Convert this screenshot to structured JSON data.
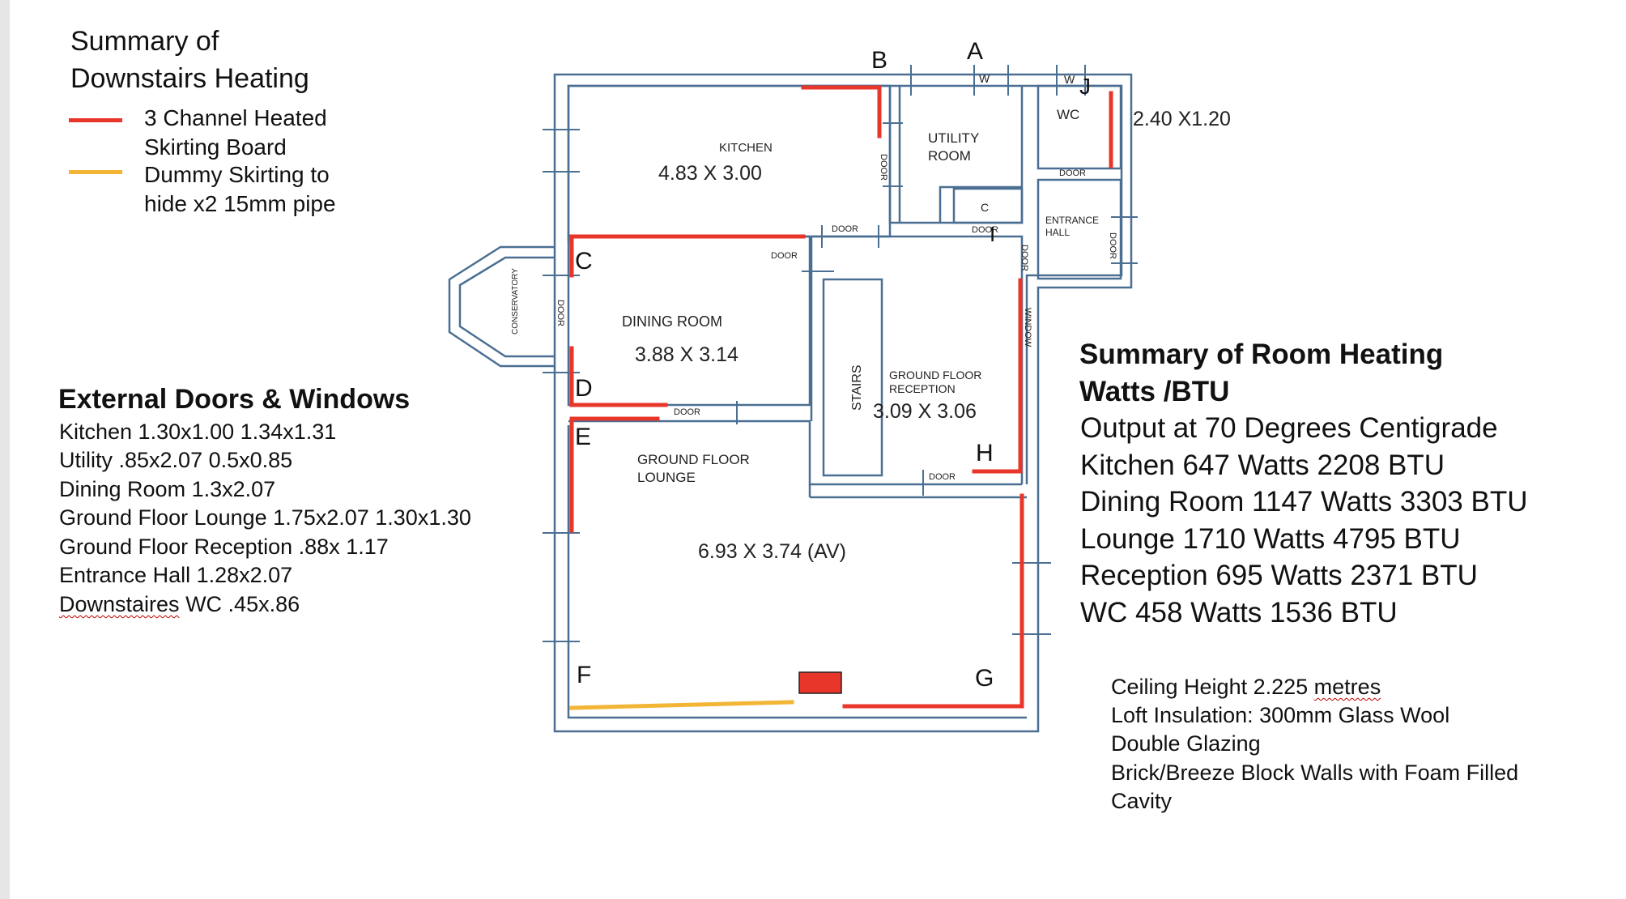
{
  "title": {
    "line1": "Summary of",
    "line2": "Downstairs Heating"
  },
  "legend": {
    "items": [
      {
        "label1": "3 Channel Heated",
        "label2": "Skirting Board",
        "color": "#e8372a"
      },
      {
        "label1": "Dummy Skirting to",
        "label2": "hide x2 15mm pipe",
        "color": "#f2b535"
      }
    ]
  },
  "external": {
    "heading": "External Doors & Windows",
    "items": [
      "Kitchen 1.30x1.00    1.34x1.31",
      "Utility .85x2.07    0.5x0.85",
      "Dining Room 1.3x2.07",
      "Ground Floor Lounge  1.75x2.07 1.30x1.30",
      "Ground Floor Reception .88x 1.17",
      "Entrance Hall 1.28x2.07"
    ],
    "wc_word": "Downstaires",
    "wc_rest": " WC .45x.86"
  },
  "summary": {
    "heading1": "Summary of Room Heating",
    "heading2": "Watts /BTU",
    "lines": [
      "Output at 70 Degrees Centigrade",
      "Kitchen 647 Watts 2208 BTU",
      "Dining Room 1147 Watts 3303 BTU",
      "Lounge 1710 Watts 4795 BTU",
      "Reception 695 Watts 2371 BTU",
      "WC 458 Watts 1536 BTU"
    ]
  },
  "notes": {
    "ceiling_prefix": "Ceiling Height 2.225 ",
    "ceiling_word": "metres",
    "lines": [
      "Loft Insulation: 300mm Glass Wool",
      "Double Glazing",
      "Brick/Breeze Block Walls with Foam Filled",
      "Cavity"
    ]
  },
  "plan": {
    "rooms": {
      "kitchen": "KITCHEN",
      "kitchen_dim": "4.83 X 3.00",
      "utility1": "UTILITY",
      "utility2": "ROOM",
      "wc": "WC",
      "wc_dim": "2.40 X1.20",
      "entrance1": "ENTRANCE",
      "entrance2": "HALL",
      "dining": "DINING ROOM",
      "dining_dim": "3.88 X 3.14",
      "conservatory": "CONSERVATORY",
      "stairs": "STAIRS",
      "reception1": "GROUND FLOOR",
      "reception2": "RECEPTION",
      "reception_dim": "3.09 X 3.06",
      "lounge1": "GROUND FLOOR",
      "lounge2": "LOUNGE",
      "lounge_dim": "6.93 X 3.74 (AV)",
      "window": "WINDOW",
      "door": "DOOR",
      "w": "W",
      "c": "C"
    },
    "points": {
      "A": "A",
      "B": "B",
      "C": "C",
      "D": "D",
      "E": "E",
      "F": "F",
      "G": "G",
      "H": "H",
      "I": "I",
      "J": "J"
    }
  }
}
